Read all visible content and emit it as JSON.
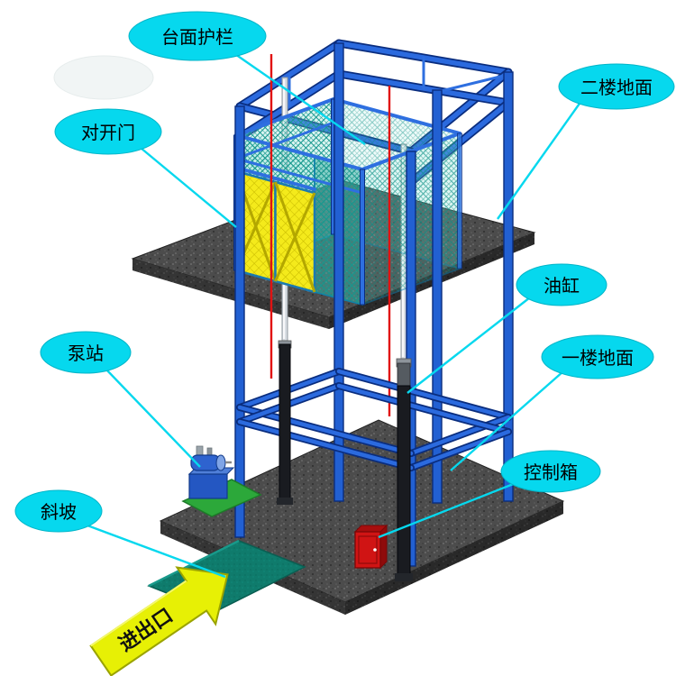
{
  "diagram": {
    "callouts": {
      "platform_guardrail": {
        "label": "台面护栏"
      },
      "second_floor_ground": {
        "label": "二楼地面"
      },
      "double_swing_door": {
        "label": "对开门"
      },
      "oil_cylinder": {
        "label": "油缸"
      },
      "pump_station": {
        "label": "泵站"
      },
      "first_floor_ground": {
        "label": "一楼地面"
      },
      "control_box": {
        "label": "控制箱"
      },
      "ramp": {
        "label": "斜坡"
      },
      "entrance_exit": {
        "label": "进出口"
      }
    },
    "colors": {
      "callout_fill": "#06d8ee",
      "leader_line": "#06d8ee",
      "frame_blue": "#2b6ade",
      "frame_outline": "#0a2d7e",
      "slab_gray": "#4c4c4c",
      "mesh_teal": "#18988e",
      "door_yellow": "#f4ea1b",
      "ramp_teal": "#0f7b6c",
      "control_box_red": "#d01414",
      "pump_base_green": "#2ca83a",
      "arrow_yellow_green": "#e7f005"
    }
  }
}
